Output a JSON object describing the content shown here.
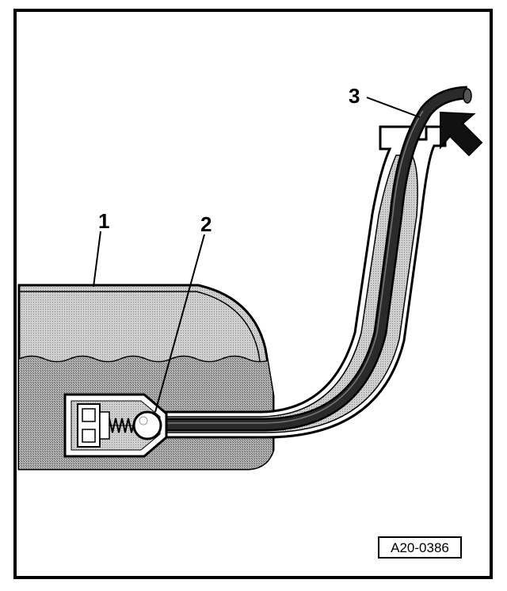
{
  "figure_id": "A20-0386",
  "callouts": {
    "tank": "1",
    "valve": "2",
    "hose": "3"
  },
  "colors": {
    "line": "#000000",
    "fill_light": "#d7d7d7",
    "fill_liquid": "#bdbdbd",
    "hose_dark": "#2a2a2a",
    "background": "#ffffff"
  },
  "icons": {
    "arrow": "insertion-direction-arrow-icon"
  }
}
